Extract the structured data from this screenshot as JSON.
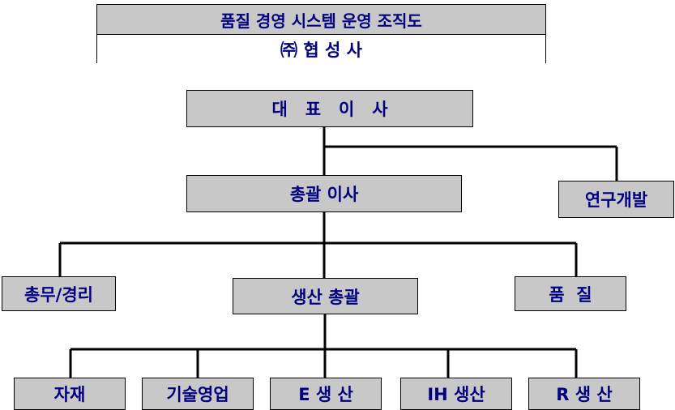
{
  "header": {
    "title": "품질 경영 시스템 운영 조직도",
    "company": "㈜ 협  성  사"
  },
  "nodes": {
    "ceo": "대   표   이   사",
    "gm": "총괄 이사",
    "rnd": "연구개발",
    "admin": "총무/경리",
    "production": "생산 총괄",
    "quality": "품  질",
    "materials": "자재",
    "tech_sales": "기술영업",
    "e_production": "E 생 산",
    "ih_production": "IH 생산",
    "r_production": "R 생 산"
  },
  "colors": {
    "box_fill": "#c8c8c8",
    "text": "#000080",
    "line": "#000000"
  }
}
